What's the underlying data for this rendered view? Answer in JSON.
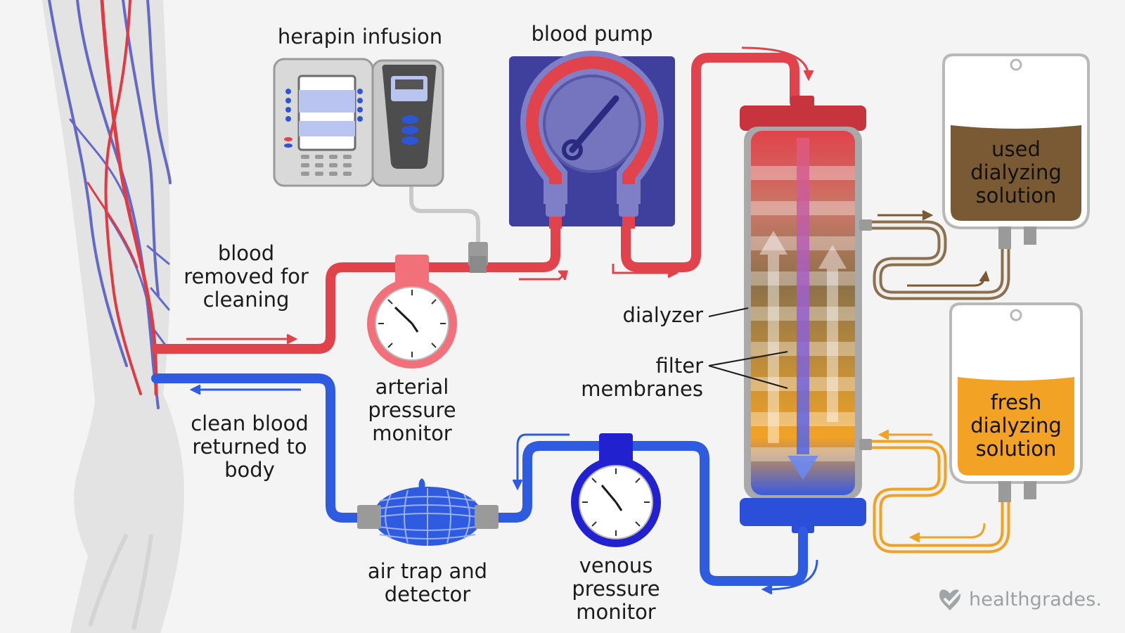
{
  "labels": {
    "heparin": "herapin infusion",
    "blood_pump": "blood pump",
    "blood_removed": [
      "blood",
      "removed for",
      "cleaning"
    ],
    "arterial": [
      "arterial",
      "pressure",
      "monitor"
    ],
    "dialyzer": "dialyzer",
    "filter": [
      "filter",
      "membranes"
    ],
    "used": [
      "used",
      "dialyzing",
      "solution"
    ],
    "fresh": [
      "fresh",
      "dialyzing",
      "solution"
    ],
    "clean_blood": [
      "clean blood",
      "returned to",
      "body"
    ],
    "air_trap": [
      "air trap and",
      "detector"
    ],
    "venous": [
      "venous",
      "pressure",
      "monitor"
    ]
  },
  "logo": {
    "text": "healthgrades."
  },
  "colors": {
    "artery_red": "#e0434b",
    "vein_blue": "#2f5be0",
    "pump_purple": "#3f3f9e",
    "used_brown": "#7a5a34",
    "fresh_orange": "#f2a326",
    "logo_gray": "#a0a5a8"
  },
  "icons": [
    "arm-silhouette",
    "heparin-pump-icon",
    "gauge-icon",
    "heart-check-icon"
  ]
}
